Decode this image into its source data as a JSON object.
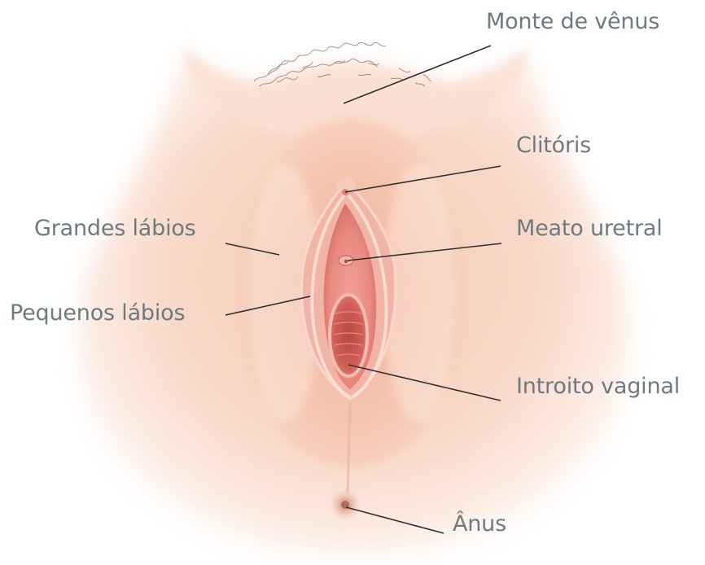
{
  "labels": {
    "monte": "Monte de vênus",
    "clitoris": "Clitóris",
    "grandes": "Grandes lábios",
    "meato": "Meato uretral",
    "pequenos": "Pequenos lábios",
    "introito": "Introito vaginal",
    "anus": "Ânus"
  },
  "colors": {
    "label_text": "#6d7a80",
    "leader_line": "#2f2f2f",
    "skin_light": "#fbe3d6",
    "skin_mid": "#f4c2aa",
    "skin_shadow": "#e8a088",
    "tissue_pink": "#e9877b",
    "tissue_deep": "#c9564c",
    "hair": "#a07b74"
  }
}
